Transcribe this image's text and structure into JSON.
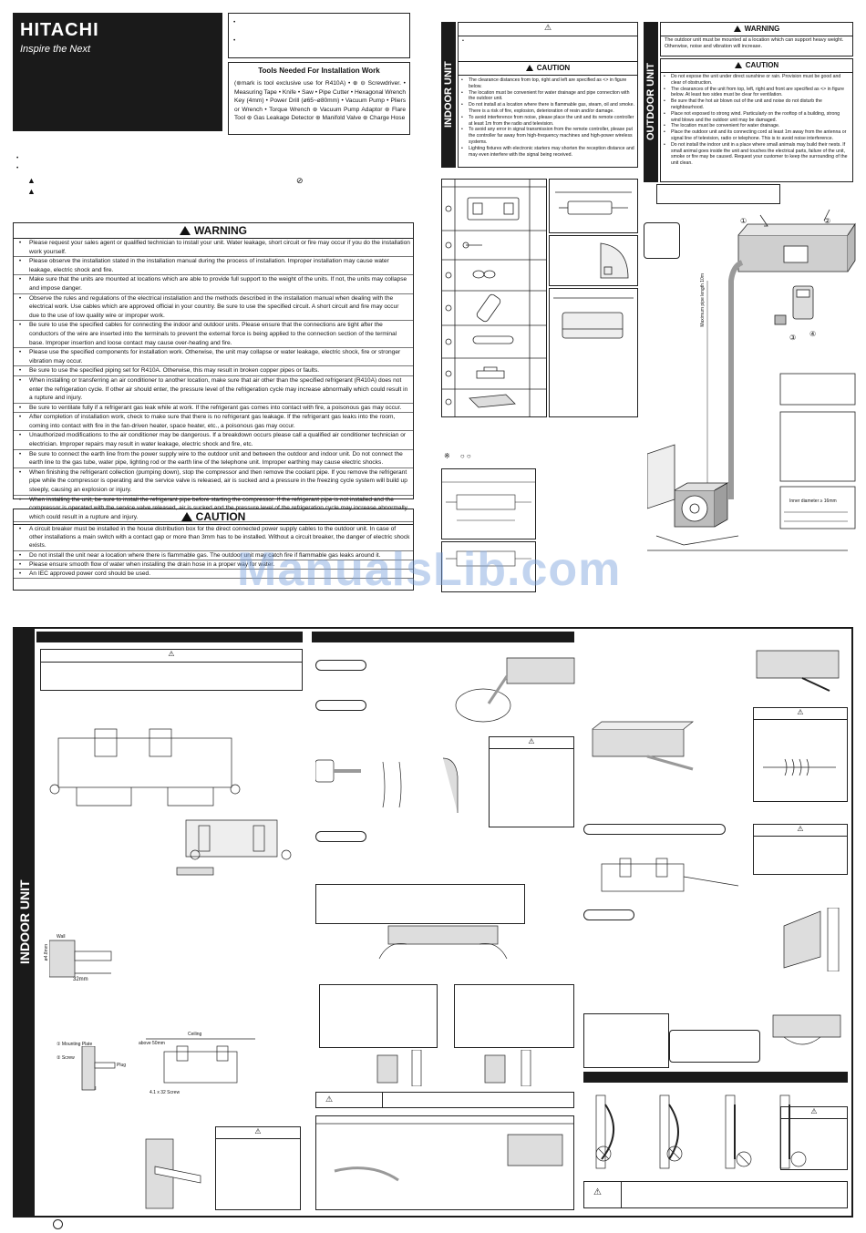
{
  "brand": {
    "name": "HITACHI",
    "tagline": "Inspire the Next"
  },
  "tools": {
    "title": "Tools Needed For Installation Work",
    "text": "(⊛mark is tool exclusive use for R410A) • ⊕ ⊖ Screwdriver. • Measuring Tape • Knife • Saw • Pipe Cutter • Hexagonal Wrench Key (4mm) • Power Drill (ø65~ø80mm) • Vacuum Pump • Pliers or Wrench • Torque Wrench ⊛ Vacuum Pump Adaptor ⊛ Flare Tool ⊛ Gas Leakage Detector ⊛ Manifold Valve ⊛ Charge Hose"
  },
  "warning": {
    "title": "WARNING",
    "items": [
      "Please request your sales agent or qualified technician to install your unit. Water leakage, short circuit or fire may occur if you do the installation work yourself.",
      "Please observe the installation stated in the installation manual during the process of installation. Improper installation may cause water leakage, electric shock and fire.",
      "Make sure that the units are mounted at locations which are able to provide full support to the weight of the units. If not, the units may collapse and impose danger.",
      "Observe the rules and regulations of the electrical installation and the methods described in the installation manual when dealing with the electrical work. Use cables which are approved official in your country. Be sure to use the specified circuit. A short circuit and fire may occur due to the use of low quality wire or improper work.",
      "Be sure to use the specified cables for connecting the indoor and outdoor units. Please ensure that the connections are tight after the conductors of the wire are inserted into the terminals to prevent the external force is being applied to the connection section of the terminal base. Improper insertion and loose contact may cause over-heating and fire.",
      "Please use the specified components for installation work. Otherwise, the unit may collapse or water leakage, electric shock, fire or stronger vibration may occur.",
      "Be sure to use the specified piping set for R410A. Otherwise, this may result in broken copper pipes or faults.",
      "When installing or transferring an air conditioner to another location, make sure that air other than the specified refrigerant (R410A) does not enter the refrigeration cycle. If other air should enter, the pressure level of the refrigeration cycle may increase abnormally which could result in a rupture and injury.",
      "Be sure to ventilate fully if a refrigerant gas leak while at work. If the refrigerant gas comes into contact with fire, a poisonous gas may occur.",
      "After completion of installation work, check to make sure that there is no refrigerant gas leakage. If the refrigerant gas leaks into the room, coming into contact with fire in the fan-driven heater, space heater, etc., a poisonous gas may occur.",
      "Unauthorized modifications to the air conditioner may be dangerous. If a breakdown occurs please call a qualified air conditioner technician or electrician. Improper repairs may result in water leakage, electric shock and fire, etc.",
      "Be sure to connect the earth line from the power supply wire to the outdoor unit and between the outdoor and indoor unit. Do not connect the earth line to the gas tube, water pipe, lighting rod or the earth line of the telephone unit. Improper earthing may cause electric shocks.",
      "When finishing the refrigerant collection (pumping down), stop the compressor and then remove the coolant pipe. If you remove the refrigerant pipe while the compressor is operating and the service valve is released, air is sucked and a pressure in the freezing cycle system will build up steeply, causing an explosion or injury.",
      "When installing the unit, be sure to install the refrigerant pipe before starting the compressor. If the refrigerant pipe is not installed and the compressor is operated with the service valve released, air is sucked and the pressure level of the refrigeration cycle may increase abnormally which could result in a rupture and injury."
    ]
  },
  "caution": {
    "title": "CAUTION",
    "items": [
      "A circuit breaker must be installed in the house distribution box for the direct connected power supply cables to the outdoor unit. In case of other installations a main switch with a contact gap or more than 3mm has to be installed. Without a circuit breaker, the danger of electric shock exists.",
      "Do not install the unit near a location where there is flammable gas. The outdoor unit may catch fire if flammable gas leaks around it.",
      "Please ensure smooth flow of water when installing the drain hose in a proper way for water.",
      "An IEC approved power cord should be used."
    ]
  },
  "indoor_caution": {
    "label": "INDOOR UNIT",
    "title": "CAUTION",
    "items": [
      "The clearance distances from top, right and left are specified as <> in figure below.",
      "The location must be convenient for water drainage and pipe connection with the outdoor unit.",
      "Do not install at a location where there is flammable gas, steam, oil and smoke. There is a risk of fire, explosion, deterioration of resin and/or damage.",
      "To avoid interference from noise, please place the unit and its remote controller at least 1m from the radio and television.",
      "To avoid any error in signal transmission from the remote controller, please put the controller far away from high-frequency machines and high-power wireless systems.",
      "Lighting fixtures with electronic starters may shorten the reception distance and may even interfere with the signal being received."
    ]
  },
  "outdoor_caution": {
    "label": "OUTDOOR UNIT",
    "warning_title": "WARNING",
    "warning_text": "The outdoor unit must be mounted at a location which can support heavy weight. Otherwise, noise and vibration will increase.",
    "title": "CAUTION",
    "items": [
      "Do not expose the unit under direct sunshine or rain. Provision must be good and clear of obstruction.",
      "The clearances of the unit from top, left, right and front are specified as <> in figure below. At least two sides must be clear for ventilation.",
      "Be sure that the hot air blown out of the unit and noise do not disturb the neighbourhood.",
      "Place not exposed to strong wind. Particularly on the rooftop of a building, strong wind blows and the outdoor unit may be damaged.",
      "The location must be convenient for water drainage.",
      "Place the outdoor unit and its connecting cord at least 1m away from the antenna or signal line of television, radio or telephone. This is to avoid noise interference.",
      "Do not install the indoor unit in a place where small animals may build their nests. If small animal goes inside the unit and touches the electrical parts, failure of the unit, smoke or fire may be caused. Request your customer to keep the surrounding of the unit clean."
    ]
  },
  "diagram_labels": {
    "max_pipe": "Maximum pipe length 10m",
    "inner_diameter": "Inner diameter ≥ 16mm",
    "wall": "Wall",
    "dim_32": "32mm",
    "dia": "ø4.8mm",
    "ceiling": "Ceiling",
    "above": "above 50mm",
    "mounting_plate": "① Mounting Plate",
    "screw": "② Screw",
    "plug": "Plug",
    "screw_size": "4.1 x 32 Screw",
    "callouts": [
      "①",
      "②",
      "③",
      "④"
    ]
  },
  "bottom": {
    "label": "INDOOR UNIT"
  },
  "watermark": "ManualsLib.com"
}
